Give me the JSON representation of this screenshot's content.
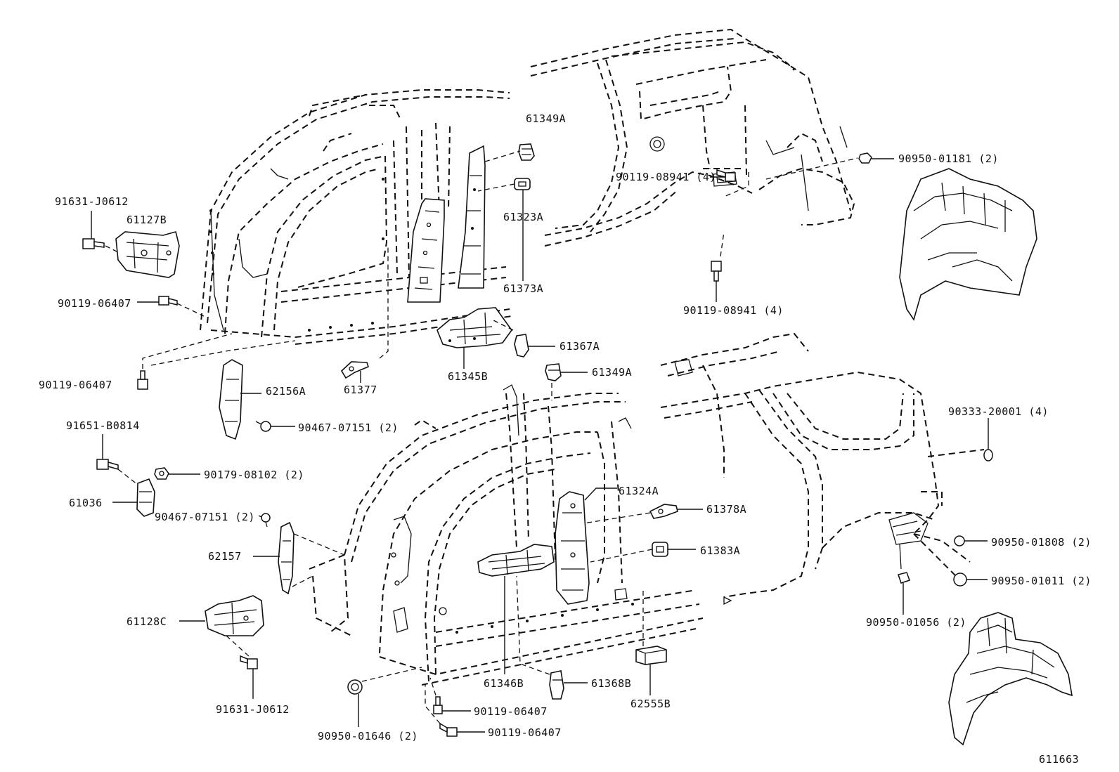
{
  "diagram_id": "611663",
  "labels": {
    "p61349A_top": "61349A",
    "p90950_01181": "90950-01181 (2)",
    "p91631_J0612_top": "91631-J0612",
    "p61127B": "61127B",
    "p61323A": "61323A",
    "p90119_08941_a": "90119-08941 (4)",
    "p61373A": "61373A",
    "p90119_06407_a": "90119-06407",
    "p90119_08941_b": "90119-08941 (4)",
    "p61367A": "61367A",
    "p61345B": "61345B",
    "p61349A_mid": "61349A",
    "p90119_06407_b": "90119-06407",
    "p62156A": "62156A",
    "p61377": "61377",
    "p90333_20001": "90333-20001 (4)",
    "p91651_B0814": "91651-B0814",
    "p90467_07151_a": "90467-07151 (2)",
    "p90179_08102": "90179-08102 (2)",
    "p61324A": "61324A",
    "p61036": "61036",
    "p61378A": "61378A",
    "p90467_07151_b": "90467-07151 (2)",
    "p62157": "62157",
    "p61383A": "61383A",
    "p90950_01808": "90950-01808 (2)",
    "p90950_01011": "90950-01011 (2)",
    "p61128C": "61128C",
    "p90950_01056": "90950-01056 (2)",
    "p61368B": "61368B",
    "p61346B": "61346B",
    "p91631_J0612_bot": "91631-J0612",
    "p62555B": "62555B",
    "p90119_06407_c": "90119-06407",
    "p90950_01646": "90950-01646 (2)",
    "p90119_06407_d": "90119-06407"
  }
}
